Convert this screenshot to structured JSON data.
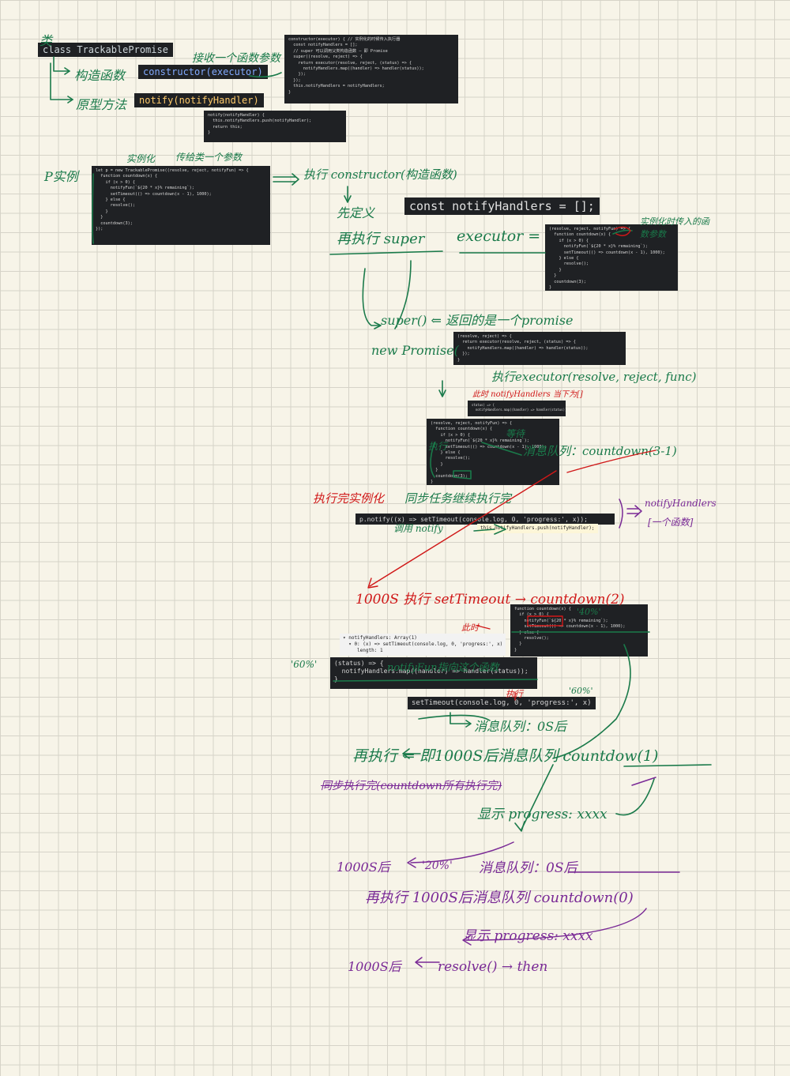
{
  "class_decl": "class TrackablePromise",
  "constructor_sig": "constructor(executor)",
  "notify_sig": "notify(notifyHandler)",
  "notes": {
    "class_label": "类",
    "constructor_label": "构造函数",
    "receive_function": "接收一个函数参数",
    "method_label": "原型方法",
    "p_instance": "P实例",
    "instantiate": "实例化",
    "pass_to_class": "传给类一个参数",
    "run_constructor": "执行 constructor(构造函数)",
    "define_first": "先定义",
    "then_super": "再执行 super",
    "executor_eq": "executor =",
    "instance_param": "实例化时传入的函数参数",
    "super_returns": "super() ⇐ 返回的是一个promise",
    "eq_new_promise": "new Promise(",
    "run_executor": "执行executor(resolve, reject, func)",
    "handlers_empty": "此时 notifyHandlers 当下为[]",
    "execute": "执行",
    "wait": "等待",
    "msg_queue": "消息队列：countdown(3-1)",
    "run_after_instance": "执行完实例化",
    "sync_continue": "同步任务继续执行完",
    "call_notify": "调用 notify",
    "handlers_one": "notifyHandlers",
    "one_function": "[一个函数]",
    "after_1000": "1000S 执行 setTimeout → countdown(2)",
    "pct40": "'40%'",
    "at_this_time": "此时",
    "pct60a": "'60%'",
    "notify_fun_points": "notifyFun指向这个函数",
    "execute2": "执行",
    "pct60b": "'60%'",
    "queue_0s": "消息队列：0S后",
    "run_again": "再执行 ⇐ 即1000S后消息队列 countdow(1)",
    "sync_done": "同步执行完(countdown所有执行完)",
    "show_progress": "显示 progress: xxxx",
    "after_1000s": "1000S后",
    "pct20": "'20%'",
    "queue_0s_b": "消息队列：0S后",
    "run_again_0": "再执行 1000S后消息队列 countdown(0)",
    "show_progress_2": "显示 progress: xxxx",
    "after_1000s_b": "1000S后",
    "resolve_then": "resolve() → then"
  },
  "code": {
    "constructor_block": "constructor(executor) { // 实例化的时候传入执行器\n  const notifyHandlers = [];\n  // super 可以调用父类构造函数 — 即 Promise\n  super((resolve, reject) => {\n    return executor(resolve, reject, (status) => {\n      notifyHandlers.map((handler) => handler(status));\n    });\n  });\n  this.notifyHandlers = notifyHandlers;\n}",
    "notify_block": "notify(notifyHandler) {\n  this.notifyHandlers.push(notifyHandler);\n  return this;\n}",
    "instance_block": "let p = new TrackablePromise((resolve, reject, notifyFun) => {\n  function countdown(x) {\n    if (x > 0) {\n      notifyFun(`${20 * x}% remaining`);\n      setTimeout(() => countdown(x - 1), 1000);\n    } else {\n      resolve();\n    }\n  }\n  countdown(3);\n});",
    "handlers_const": "const notifyHandlers = [];",
    "executor_block": "(resolve, reject, notifyFun) => {\n  function countdown(x) {\n    if (x > 0) {\n      notifyFun(`${20 * x}% remaining`);\n      setTimeout(() => countdown(x - 1), 1000);\n    } else {\n      resolve();\n    }\n  }\n  countdown(3);\n}",
    "super_arg_block": "(resolve, reject) => {\n  return executor(resolve, reject, (status) => {\n    notifyHandlers.map((handler) => handler(status));\n  });\n}",
    "status_mini": "status) => {\n  notifyHandlers.map((handler) => handler(status));",
    "executor_block_2": "(resolve, reject, notifyFun) => {\n  function countdown(x) {\n    if (x > 0) {\n      notifyFun(`${20 * x}% remaining`);\n      setTimeout(() => countdown(x - 1), 1000);\n    } else {\n      resolve();\n    }\n  }\n  countdown(3);\n}",
    "notify_call": "p.notify((x) => setTimeout(console.log, 0, 'progress:', x));",
    "push_line": "this.notifyHandlers.push(notifyHandler);",
    "countdown_block": "function countdown(x) {\n  if (x > 0) {\n    notifyFun(`${20 * x}% remaining`);\n    setTimeout(() => countdown(x - 1), 1000);\n  } else {\n    resolve();\n  }\n}",
    "debug_block": "▾ notifyHandlers: Array(1)\n  ▾ 0: (x) => setTimeout(console.log, 0, 'progress:', x)\n     length: 1",
    "status_block": "(status) => {\n  notifyHandlers.map((handler) => handler(status));\n}",
    "settimeout_line": "setTimeout(console.log, 0, 'progress:', x)"
  }
}
